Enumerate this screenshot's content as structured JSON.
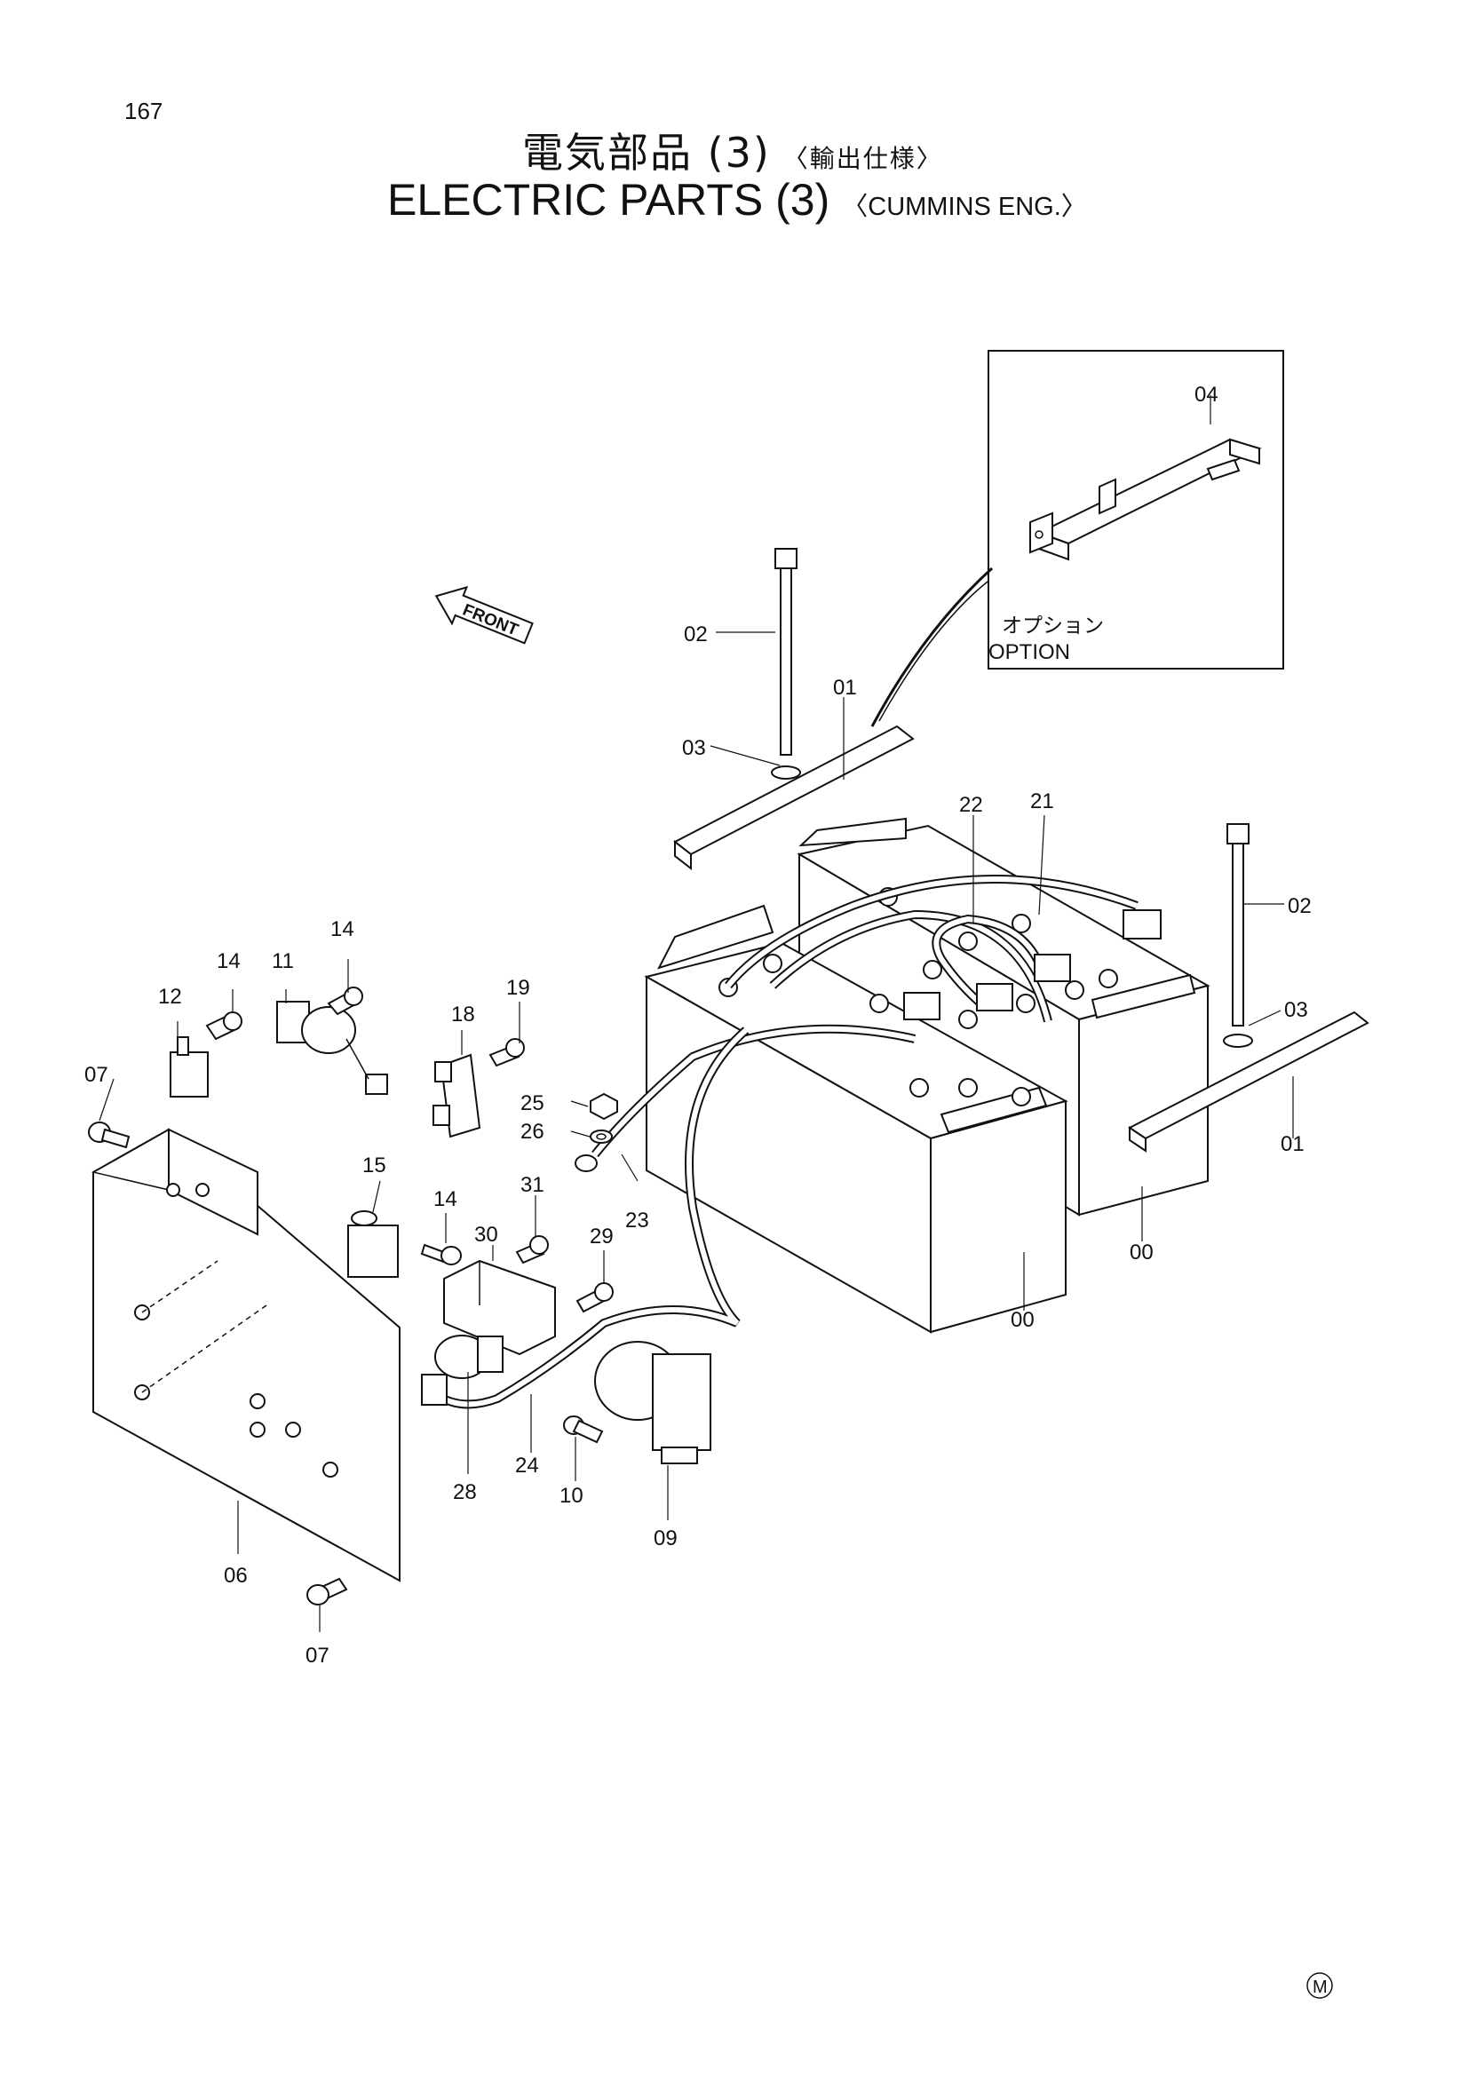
{
  "page": {
    "number": "167",
    "mark": "M"
  },
  "title": {
    "jp_main": "電気部品 (3)",
    "jp_sub": "〈輸出仕様〉",
    "en_main": "ELECTRIC PARTS (3)",
    "en_sub": "〈CUMMINS ENG.〉"
  },
  "option_box": {
    "jp": "オプション",
    "en": "OPTION"
  },
  "front_arrow": "FRONT",
  "callouts": {
    "c00a": "00",
    "c00b": "00",
    "c01a": "01",
    "c01b": "01",
    "c02a": "02",
    "c02b": "02",
    "c03a": "03",
    "c03b": "03",
    "c04": "04",
    "c06": "06",
    "c07a": "07",
    "c07b": "07",
    "c09": "09",
    "c10": "10",
    "c11": "11",
    "c12": "12",
    "c14a": "14",
    "c14b": "14",
    "c14c": "14",
    "c15": "15",
    "c18": "18",
    "c19": "19",
    "c21": "21",
    "c22": "22",
    "c23": "23",
    "c24": "24",
    "c25": "25",
    "c26": "26",
    "c28": "28",
    "c29": "29",
    "c30": "30",
    "c31": "31"
  }
}
